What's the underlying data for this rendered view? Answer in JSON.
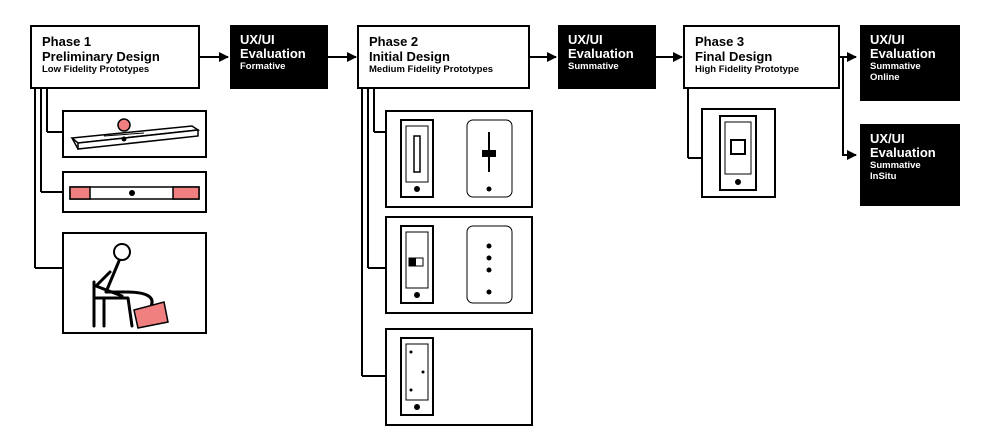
{
  "phases": [
    {
      "title": "Phase 1",
      "subtitle": "Preliminary Design",
      "fidelity": "Low Fidelity Prototypes"
    },
    {
      "title": "Phase 2",
      "subtitle": "Initial Design",
      "fidelity": "Medium Fidelity Prototypes"
    },
    {
      "title": "Phase 3",
      "subtitle": "Final Design",
      "fidelity": "High Fidelity Prototype"
    }
  ],
  "evaluations": [
    {
      "line1": "UX/UI",
      "line2": "Evaluation",
      "line3": "Formative",
      "line4": ""
    },
    {
      "line1": "UX/UI",
      "line2": "Evaluation",
      "line3": "Summative",
      "line4": ""
    },
    {
      "line1": "UX/UI",
      "line2": "Evaluation",
      "line3": "Summative",
      "line4": "Online"
    },
    {
      "line1": "UX/UI",
      "line2": "Evaluation",
      "line3": "Summative",
      "line4": "InSitu"
    }
  ],
  "colors": {
    "accent": "#f08080",
    "ink": "#000000",
    "paper": "#ffffff"
  }
}
